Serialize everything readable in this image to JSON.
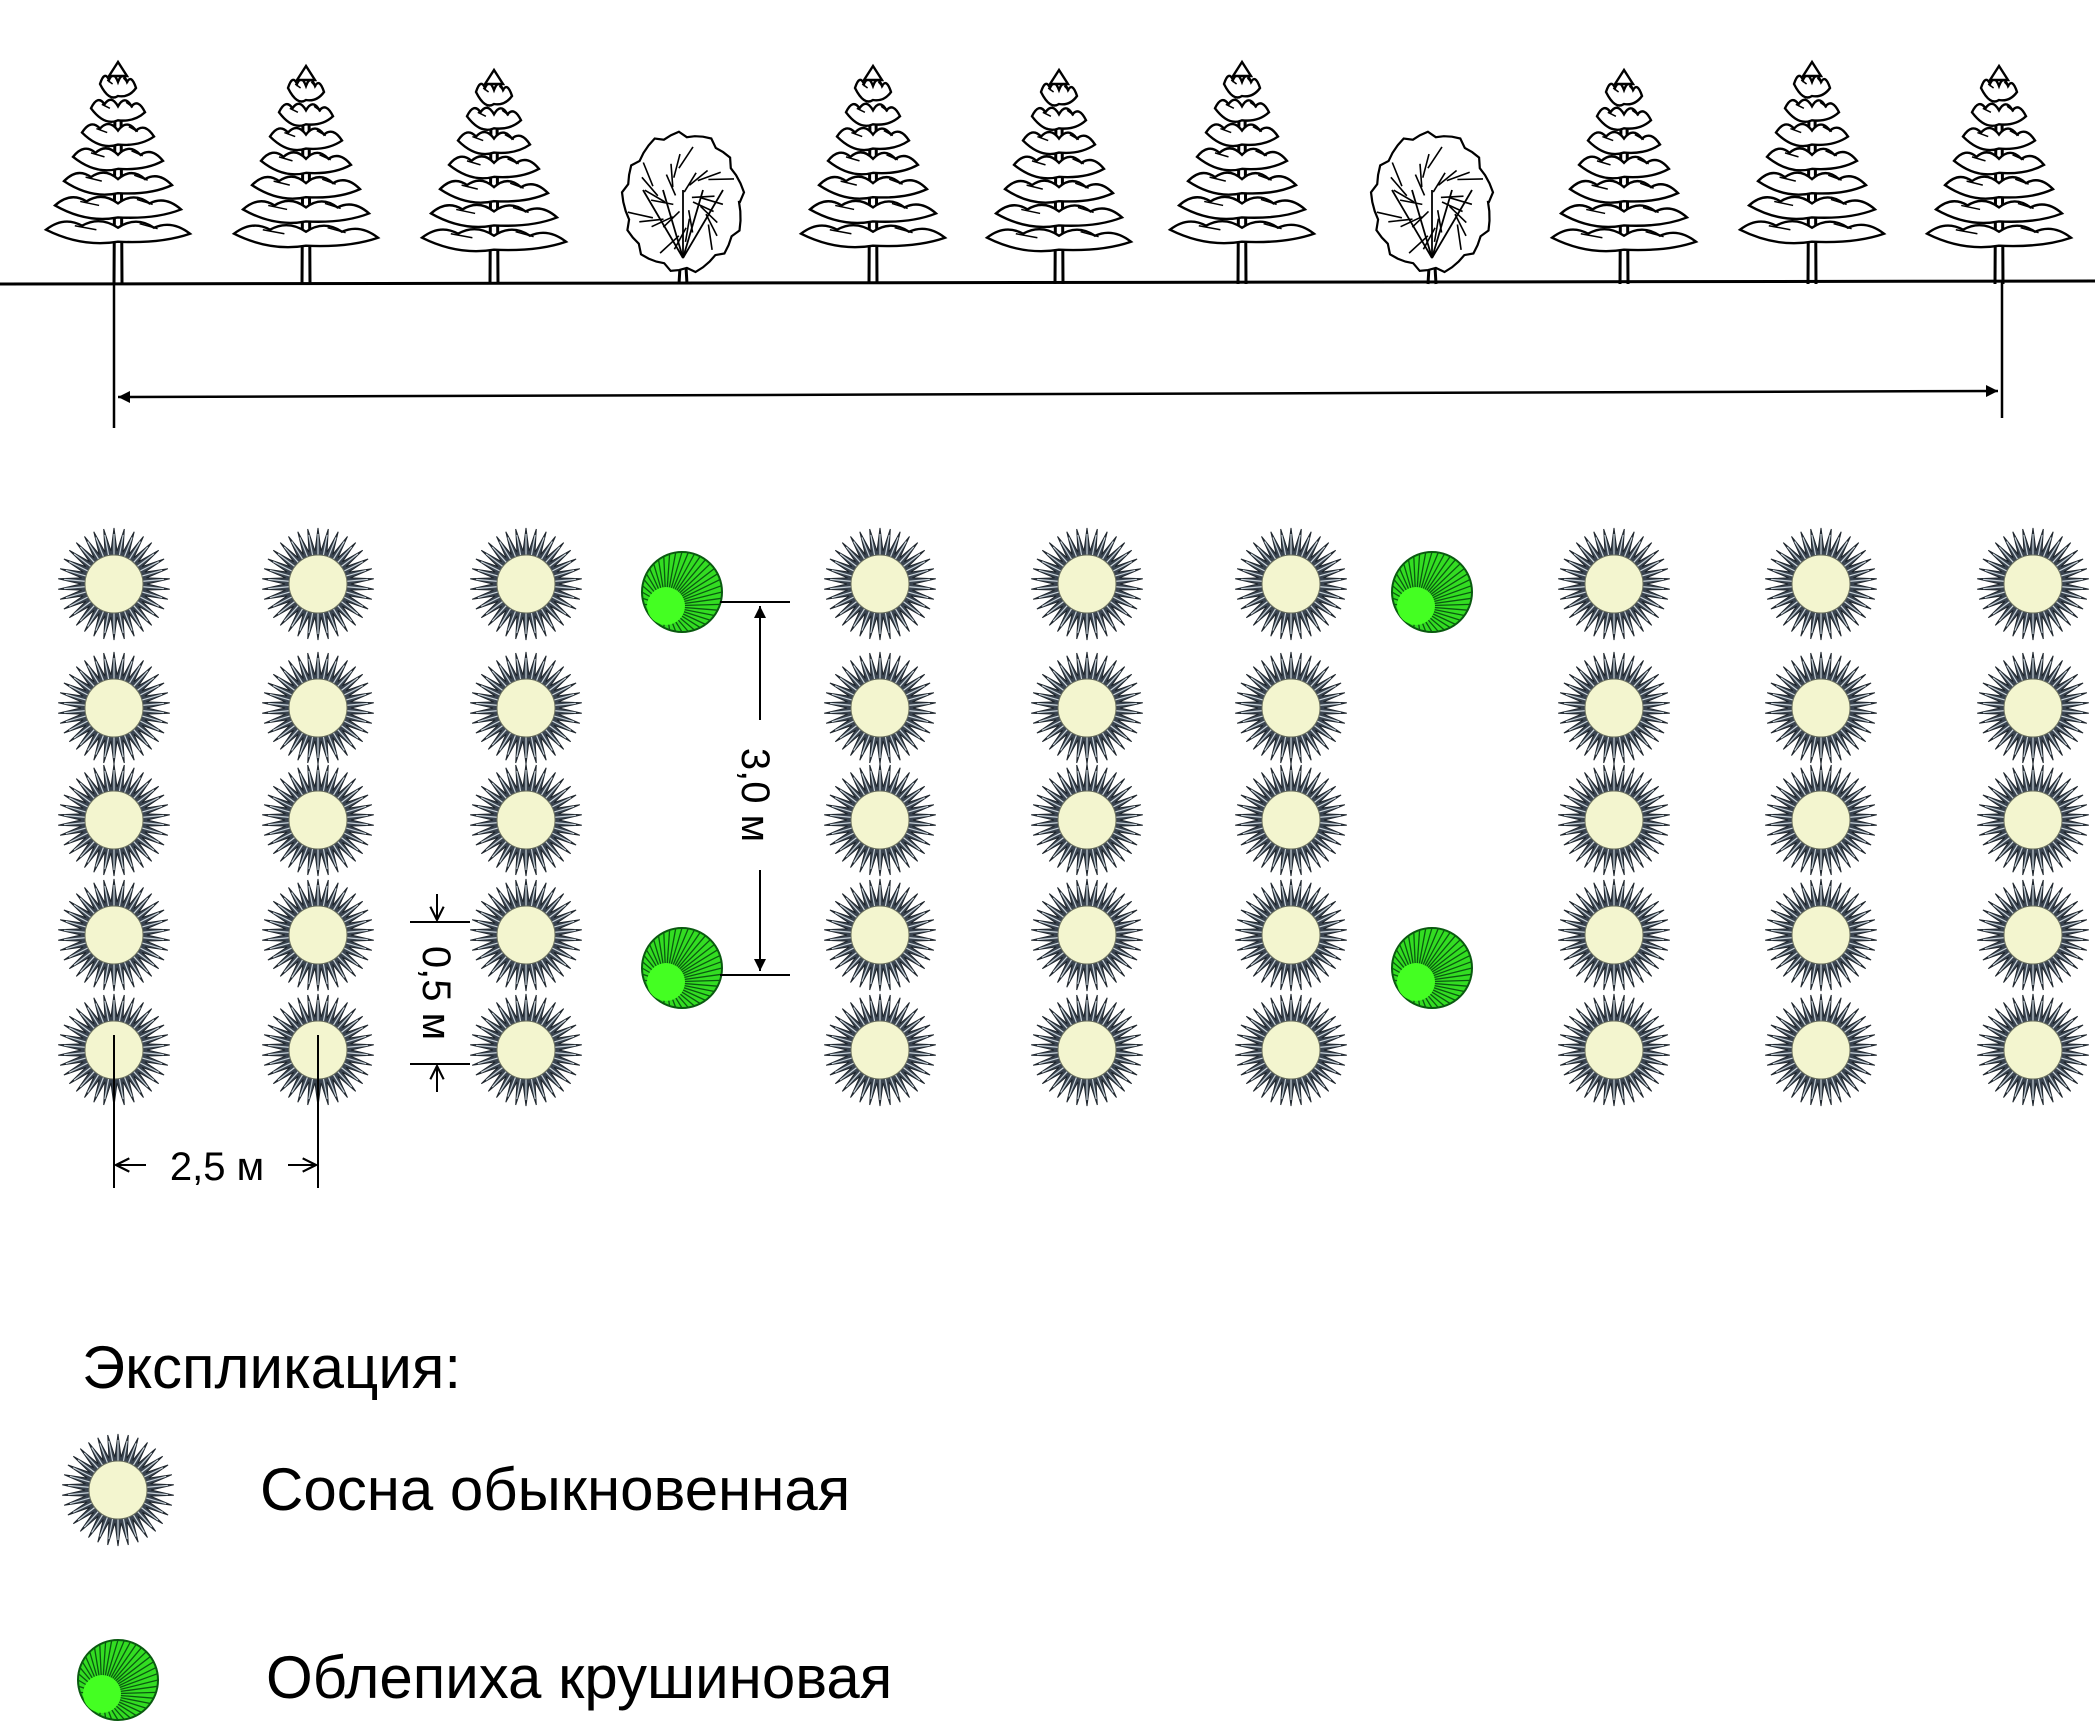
{
  "dimensions": {
    "row_spacing": "2,5 м",
    "plant_spacing": "0,5 м",
    "buckthorn_spacing": "3,0 м"
  },
  "legend": {
    "title": "Экспликация:",
    "items": [
      {
        "symbol": "pine-symbol-icon",
        "label": "Сосна обыкновенная"
      },
      {
        "symbol": "buckthorn-symbol-icon",
        "label": "Облепиха крушиновая"
      }
    ]
  },
  "colors": {
    "pine_center": "#f3f5cf",
    "pine_spikes": "#3a4450",
    "buckthorn_fill": "#33dd22",
    "buckthorn_lines": "#0a5a10",
    "ink": "#000000"
  },
  "profile_sequence": [
    "pine",
    "pine",
    "pine",
    "buckthorn",
    "pine",
    "pine",
    "pine",
    "buckthorn",
    "pine",
    "pine",
    "pine"
  ],
  "plan_rows": [
    {
      "species": "pine",
      "count": 5
    },
    {
      "species": "pine",
      "count": 5
    },
    {
      "species": "pine",
      "count": 5
    },
    {
      "species": "buckthorn",
      "count": 2
    },
    {
      "species": "pine",
      "count": 5
    },
    {
      "species": "pine",
      "count": 5
    },
    {
      "species": "pine",
      "count": 5
    },
    {
      "species": "buckthorn",
      "count": 2
    },
    {
      "species": "pine",
      "count": 5
    },
    {
      "species": "pine",
      "count": 5
    },
    {
      "species": "pine",
      "count": 5
    }
  ]
}
